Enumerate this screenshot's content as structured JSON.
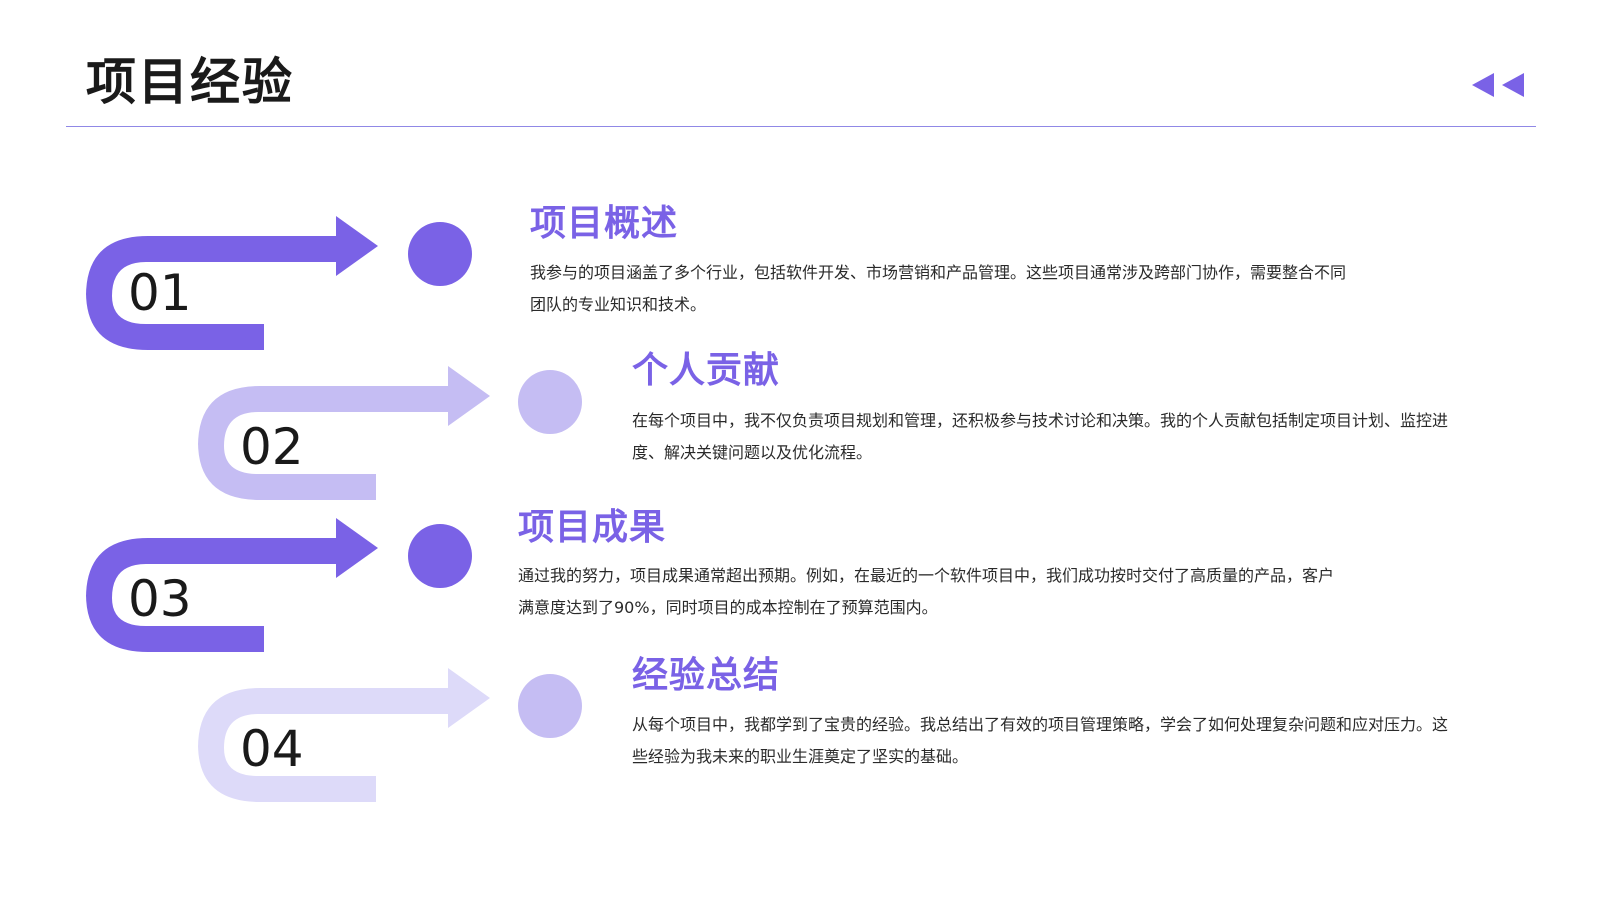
{
  "header": {
    "title": "项目经验"
  },
  "colors": {
    "primary": "#7a62e6",
    "light": "#c5bdf3",
    "lighter": "#dddaf9",
    "rule": "#9088e6"
  },
  "nav": {
    "icon": "double-left-arrow-icon"
  },
  "steps": [
    {
      "number": "01",
      "title": "项目概述",
      "body": "我参与的项目涵盖了多个行业，包括软件开发、市场营销和产品管理。这些项目通常涉及跨部门协作，需要整合不同团队的专业知识和技术。"
    },
    {
      "number": "02",
      "title": "个人贡献",
      "body": "在每个项目中，我不仅负责项目规划和管理，还积极参与技术讨论和决策。我的个人贡献包括制定项目计划、监控进度、解决关键问题以及优化流程。"
    },
    {
      "number": "03",
      "title": "项目成果",
      "body": "通过我的努力，项目成果通常超出预期。例如，在最近的一个软件项目中，我们成功按时交付了高质量的产品，客户满意度达到了90%，同时项目的成本控制在了预算范围内。"
    },
    {
      "number": "04",
      "title": "经验总结",
      "body": "从每个项目中，我都学到了宝贵的经验。我总结出了有效的项目管理策略，学会了如何处理复杂问题和应对压力。这些经验为我未来的职业生涯奠定了坚实的基础。"
    }
  ]
}
